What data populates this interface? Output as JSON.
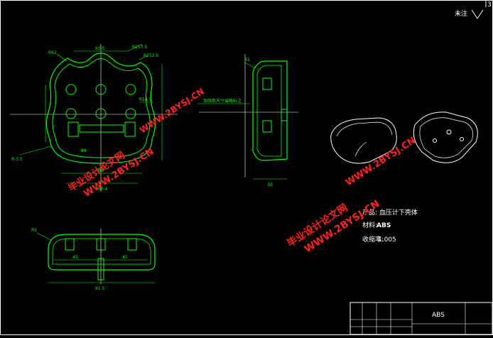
{
  "sheet": {
    "corner_mark": "3",
    "roughness_label": "未注"
  },
  "dimensions": {
    "front_top": "60.5",
    "r_top_right_1": "R257.5",
    "r_top_right_2": "R252.5",
    "r_top_left": "R62",
    "r_right_mid": "R54.5",
    "front_bottom_1": "88",
    "front_bottom_2": "60.4",
    "front_bottom_3": "88",
    "left_label": "R-3.5",
    "side_top": "R5",
    "side_bottom": "30",
    "section_left": "R5",
    "section_bottom": "91.5",
    "section_mid_1": "45",
    "section_mid_2": "45"
  },
  "note": "加强筋尺寸省略标注",
  "product": {
    "product_label": "产品: 血压计下壳体",
    "material_label": "材料:",
    "material_value": "ABS",
    "shrink_label": "收缩率:",
    "shrink_value": "1.005"
  },
  "title_block": {
    "material": "ABS"
  },
  "watermark": {
    "line1": "毕业设计论文网",
    "line2": "WWW.2BYSJ.CN"
  }
}
